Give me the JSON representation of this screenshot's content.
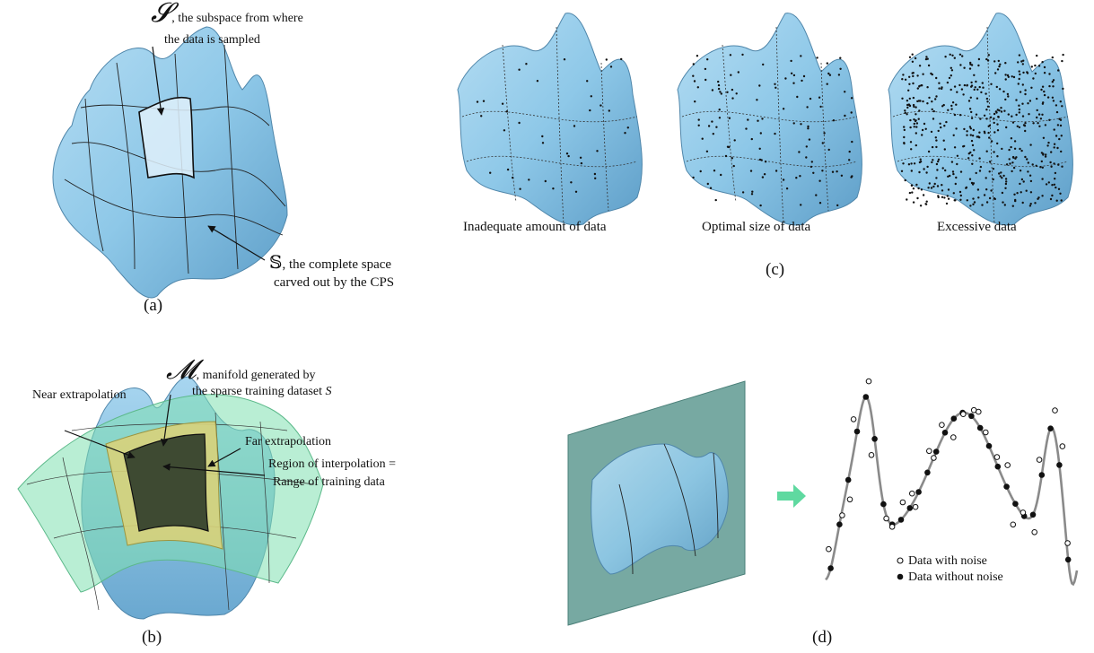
{
  "panel_a": {
    "subspace_symbol": "𝓢",
    "subspace_text_1": ", the subspace from where",
    "subspace_text_2": "the data is sampled",
    "space_symbol": "𝕊",
    "space_text_1": ", the complete space",
    "space_text_2": "carved out by the CPS",
    "caption": "(a)"
  },
  "panel_b": {
    "manifold_symbol": "𝓜",
    "manifold_text_1": ", manifold generated by",
    "manifold_text_2": "the sparse training dataset ",
    "manifold_dataset": "S",
    "near_label": "Near extrapolation",
    "far_label": "Far extrapolation",
    "region_label_1": "Region of interpolation =",
    "region_label_2": "Range of training data",
    "caption": "(b)"
  },
  "panel_c": {
    "labels": [
      "Inadequate amount of data",
      "Optimal size of  data",
      "Excessive data"
    ],
    "caption": "(c)"
  },
  "panel_d": {
    "legend_noise": "Data with noise",
    "legend_clean": "Data without noise",
    "caption": "(d)"
  },
  "colors": {
    "surface": "#8ec8e8",
    "surface_dark": "#5e9ec8",
    "highlight": "#d6ecf8",
    "green_sheet": "#7fe0b0",
    "yellow_band": "#d8d27a",
    "dark_region": "#3e4a32",
    "plane": "#5f9a92",
    "arrow_green": "#5fd9a0",
    "curve": "#8a8a8a"
  }
}
